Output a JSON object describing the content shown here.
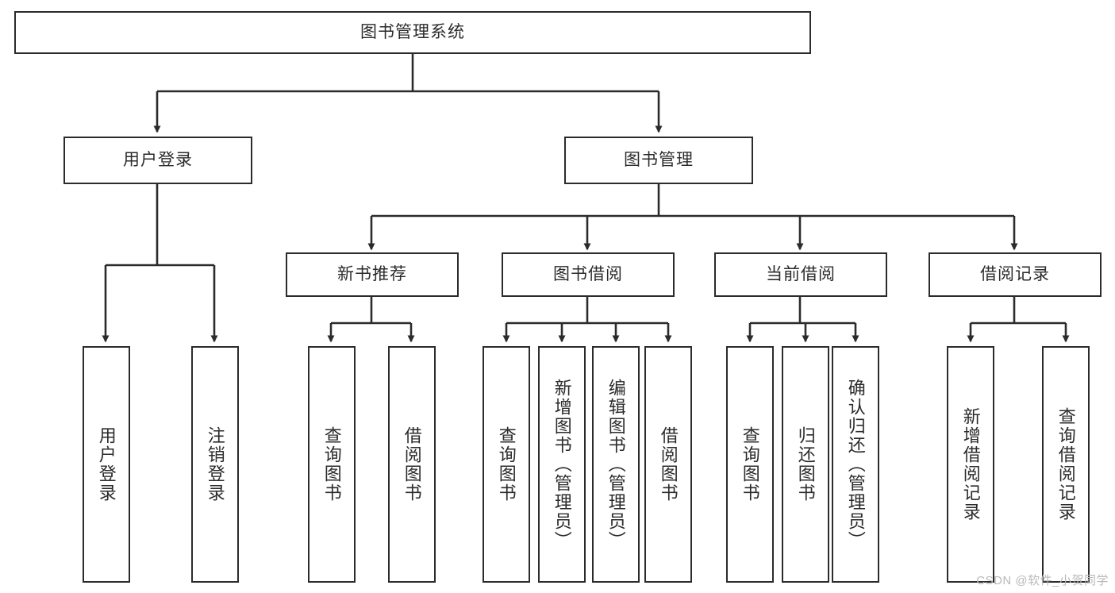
{
  "diagram": {
    "title": "图书管理系统",
    "type": "hierarchy-tree",
    "colors": {
      "stroke": "#2b2b2b",
      "fill": "#ffffff",
      "text": "#2b2b2b",
      "watermark": "#b9b9b9"
    },
    "root": {
      "label": "图书管理系统"
    },
    "level2": [
      {
        "label": "用户登录"
      },
      {
        "label": "图书管理"
      }
    ],
    "level3": [
      {
        "label": "新书推荐"
      },
      {
        "label": "图书借阅"
      },
      {
        "label": "当前借阅"
      },
      {
        "label": "借阅记录"
      }
    ],
    "leaves": {
      "user_login": [
        {
          "label": "用户登录"
        },
        {
          "label": "注销登录"
        }
      ],
      "new_book_recommend": [
        {
          "label": "查询图书"
        },
        {
          "label": "借阅图书"
        }
      ],
      "book_borrow": [
        {
          "label": "查询图书"
        },
        {
          "label": "新增图书（管理员）"
        },
        {
          "label": "编辑图书（管理员）"
        },
        {
          "label": "借阅图书"
        }
      ],
      "current_borrow": [
        {
          "label": "查询图书"
        },
        {
          "label": "归还图书"
        },
        {
          "label": "确认归还（管理员）"
        }
      ],
      "borrow_record": [
        {
          "label": "新增借阅记录"
        },
        {
          "label": "查询借阅记录"
        }
      ]
    },
    "watermark": "CSDN @软件_小贺同学"
  }
}
